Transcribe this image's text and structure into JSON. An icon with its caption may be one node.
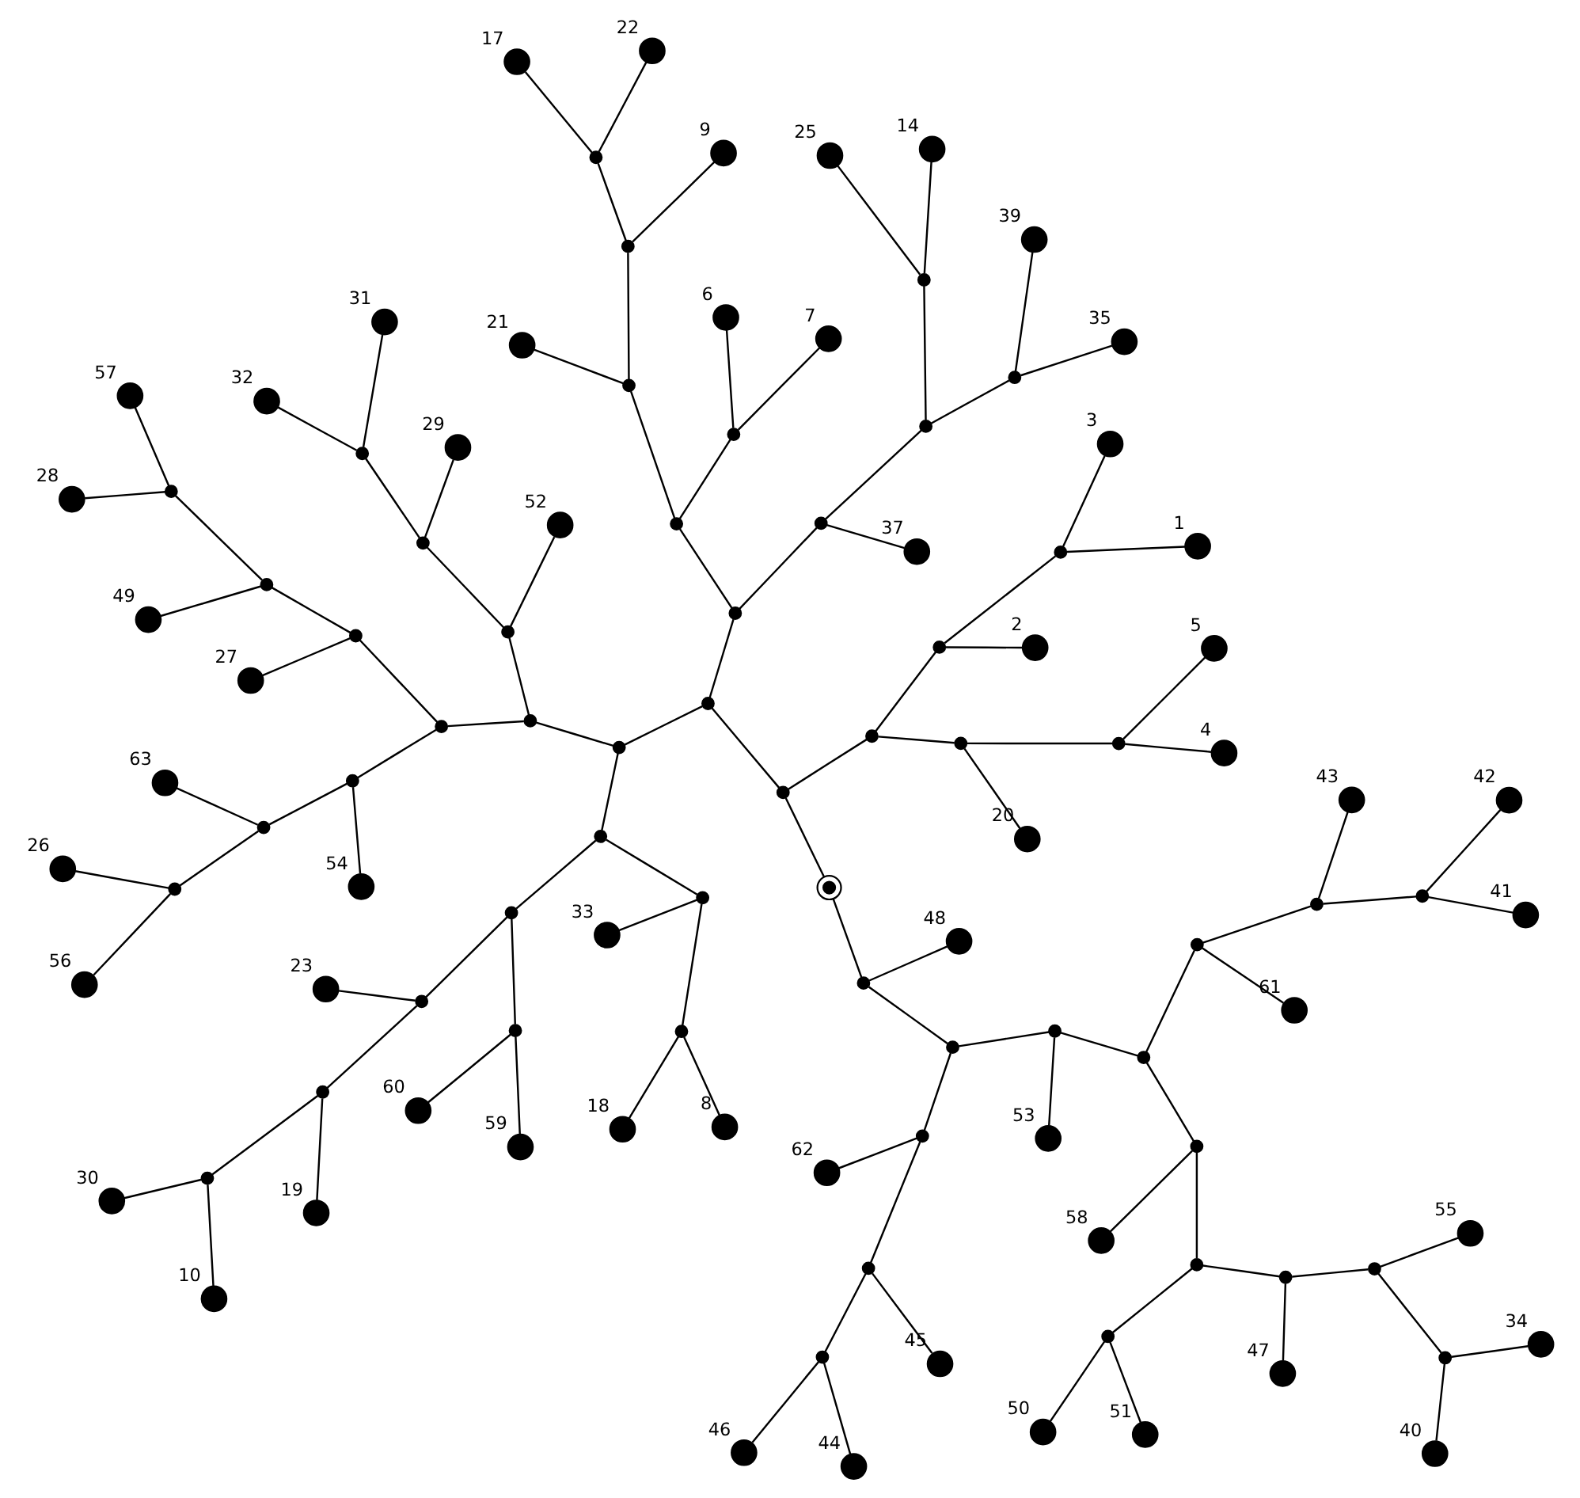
{
  "diagram": {
    "nodes": [
      {
        "text": [],
        "shape": "circle"
      },
      {
        "text": [],
        "shape": "circle"
      },
      {
        "text": [],
        "shape": "circle",
        "beside": [
          "48"
        ]
      },
      {
        "text": [],
        "shape": "circle"
      },
      {
        "text": [],
        "shape": "circle"
      },
      {
        "text": [],
        "shape": "circle",
        "beside": [
          "53"
        ]
      },
      {
        "text": [],
        "shape": "circle"
      },
      {
        "text": [],
        "shape": "circle"
      },
      {
        "text": [],
        "shape": "circle"
      },
      {
        "text": [],
        "shape": "circle"
      },
      {
        "text": [],
        "shape": "circle"
      },
      {
        "text": [],
        "shape": "circle"
      },
      {
        "text": [],
        "shape": "circle",
        "beside": [
          "40"
        ]
      },
      {
        "text": [],
        "shape": "circle",
        "beside": [
          "34"
        ]
      },
      {
        "text": [],
        "shape": "circle",
        "beside": [
          "55"
        ]
      },
      {
        "text": [],
        "shape": "circle",
        "beside": [
          "47"
        ]
      },
      {
        "text": [],
        "shape": "circle"
      },
      {
        "text": [],
        "shape": "circle",
        "beside": [
          "50"
        ]
      },
      {
        "text": [],
        "shape": "circle",
        "beside": [
          "51"
        ]
      },
      {
        "text": [],
        "shape": "circle",
        "beside": [
          "58"
        ]
      },
      {
        "text": [],
        "shape": "circle"
      },
      {
        "text": [],
        "shape": "circle",
        "beside": [
          "61"
        ]
      },
      {
        "text": [],
        "shape": "circle"
      },
      {
        "text": [],
        "shape": "circle",
        "beside": [
          "43"
        ]
      },
      {
        "text": [],
        "shape": "circle"
      },
      {
        "text": [],
        "shape": "circle",
        "beside": [
          "41"
        ]
      },
      {
        "text": [],
        "shape": "circle",
        "beside": [
          "42"
        ]
      },
      {
        "text": [],
        "shape": "circle"
      },
      {
        "text": [],
        "shape": "circle",
        "beside": [
          "62"
        ]
      },
      {
        "text": [],
        "shape": "circle"
      },
      {
        "text": [],
        "shape": "circle",
        "beside": [
          "45"
        ]
      },
      {
        "text": [],
        "shape": "circle"
      },
      {
        "text": [],
        "shape": "circle",
        "beside": [
          "44"
        ]
      },
      {
        "text": [],
        "shape": "circle",
        "beside": [
          "46"
        ]
      },
      {
        "text": [],
        "shape": "circle"
      },
      {
        "text": [],
        "shape": "circle"
      },
      {
        "text": [],
        "shape": "circle"
      },
      {
        "text": [],
        "shape": "circle"
      },
      {
        "text": [],
        "shape": "circle",
        "beside": [
          "1"
        ]
      },
      {
        "text": [],
        "shape": "circle",
        "beside": [
          "3"
        ]
      },
      {
        "text": [],
        "shape": "circle",
        "beside": [
          "2"
        ]
      },
      {
        "text": [],
        "shape": "circle"
      },
      {
        "text": [],
        "shape": "circle",
        "beside": [
          "20"
        ]
      },
      {
        "text": [],
        "shape": "circle"
      },
      {
        "text": [],
        "shape": "circle",
        "beside": [
          "4"
        ]
      },
      {
        "text": [],
        "shape": "circle",
        "beside": [
          "5"
        ]
      },
      {
        "text": [],
        "shape": "circle"
      },
      {
        "text": [],
        "shape": "circle"
      },
      {
        "text": [],
        "shape": "circle"
      },
      {
        "text": [],
        "shape": "circle"
      },
      {
        "text": [],
        "shape": "circle",
        "beside": [
          "6"
        ]
      },
      {
        "text": [],
        "shape": "circle",
        "beside": [
          "7"
        ]
      },
      {
        "text": [],
        "shape": "circle"
      },
      {
        "text": [],
        "shape": "circle",
        "beside": [
          "21"
        ]
      },
      {
        "text": [],
        "shape": "circle"
      },
      {
        "text": [],
        "shape": "circle",
        "beside": [
          "9"
        ]
      },
      {
        "text": [],
        "shape": "circle"
      },
      {
        "text": [],
        "shape": "circle",
        "beside": [
          "17"
        ]
      },
      {
        "text": [],
        "shape": "circle",
        "beside": [
          "22"
        ]
      },
      {
        "text": [],
        "shape": "circle"
      },
      {
        "text": [],
        "shape": "circle",
        "beside": [
          "37"
        ]
      },
      {
        "text": [],
        "shape": "circle"
      },
      {
        "text": [],
        "shape": "circle"
      },
      {
        "text": [],
        "shape": "circle",
        "beside": [
          "39"
        ]
      },
      {
        "text": [],
        "shape": "circle",
        "beside": [
          "35"
        ]
      },
      {
        "text": [],
        "shape": "circle"
      },
      {
        "text": [],
        "shape": "circle",
        "beside": [
          "25"
        ]
      },
      {
        "text": [],
        "shape": "circle",
        "beside": [
          "14"
        ]
      },
      {
        "text": [],
        "shape": "circle"
      },
      {
        "text": [],
        "shape": "circle"
      },
      {
        "text": [],
        "shape": "circle"
      },
      {
        "text": [],
        "shape": "circle"
      },
      {
        "text": [],
        "shape": "circle",
        "beside": [
          "54"
        ]
      },
      {
        "text": [],
        "shape": "circle"
      },
      {
        "text": [],
        "shape": "circle",
        "beside": [
          "63"
        ]
      },
      {
        "text": [],
        "shape": "circle"
      },
      {
        "text": [],
        "shape": "circle",
        "beside": [
          "56"
        ]
      },
      {
        "text": [],
        "shape": "circle",
        "beside": [
          "26"
        ]
      },
      {
        "text": [],
        "shape": "circle"
      },
      {
        "text": [],
        "shape": "circle",
        "beside": [
          "27"
        ]
      },
      {
        "text": [],
        "shape": "circle"
      },
      {
        "text": [],
        "shape": "circle",
        "beside": [
          "49"
        ]
      },
      {
        "text": [],
        "shape": "circle"
      },
      {
        "text": [],
        "shape": "circle",
        "beside": [
          "28"
        ]
      },
      {
        "text": [],
        "shape": "circle",
        "beside": [
          "57"
        ]
      },
      {
        "text": [],
        "shape": "circle"
      },
      {
        "text": [],
        "shape": "circle",
        "beside": [
          "52"
        ]
      },
      {
        "text": [],
        "shape": "circle"
      },
      {
        "text": [],
        "shape": "circle",
        "beside": [
          "29"
        ]
      },
      {
        "text": [],
        "shape": "circle"
      },
      {
        "text": [],
        "shape": "circle",
        "beside": [
          "31"
        ]
      },
      {
        "text": [],
        "shape": "circle",
        "beside": [
          "32"
        ]
      },
      {
        "text": [],
        "shape": "circle"
      },
      {
        "text": [],
        "shape": "circle"
      },
      {
        "text": [],
        "shape": "circle"
      },
      {
        "text": [],
        "shape": "circle",
        "beside": [
          "60"
        ]
      },
      {
        "text": [],
        "shape": "circle",
        "beside": [
          "59"
        ]
      },
      {
        "text": [],
        "shape": "circle"
      },
      {
        "text": [],
        "shape": "circle",
        "beside": [
          "23"
        ]
      },
      {
        "text": [],
        "shape": "circle"
      },
      {
        "text": [],
        "shape": "circle",
        "beside": [
          "19"
        ]
      },
      {
        "text": [],
        "shape": "circle"
      },
      {
        "text": [],
        "shape": "circle",
        "beside": [
          "30"
        ]
      },
      {
        "text": [],
        "shape": "circle",
        "beside": [
          "10"
        ]
      },
      {
        "text": [],
        "shape": "circle"
      },
      {
        "text": [],
        "shape": "circle",
        "beside": [
          "33"
        ]
      },
      {
        "text": [],
        "shape": "circle"
      },
      {
        "text": [],
        "shape": "circle",
        "beside": [
          "18"
        ]
      },
      {
        "text": [],
        "shape": "circle",
        "beside": [
          "8"
        ]
      }
    ],
    "edges": [
      {
        "from": 0,
        "to": 1,
        "arrow": "none"
      },
      {
        "from": 1,
        "to": 2,
        "arrow": "none"
      },
      {
        "from": 1,
        "to": 3,
        "arrow": "none"
      },
      {
        "from": 3,
        "to": 27,
        "arrow": "none"
      },
      {
        "from": 3,
        "to": 4,
        "arrow": "none"
      },
      {
        "from": 4,
        "to": 5,
        "arrow": "none"
      },
      {
        "from": 4,
        "to": 6,
        "arrow": "none"
      },
      {
        "from": 6,
        "to": 20,
        "arrow": "none"
      },
      {
        "from": 6,
        "to": 7,
        "arrow": "none"
      },
      {
        "from": 7,
        "to": 19,
        "arrow": "none"
      },
      {
        "from": 7,
        "to": 8,
        "arrow": "none"
      },
      {
        "from": 8,
        "to": 16,
        "arrow": "none"
      },
      {
        "from": 16,
        "to": 17,
        "arrow": "none"
      },
      {
        "from": 16,
        "to": 18,
        "arrow": "none"
      },
      {
        "from": 8,
        "to": 9,
        "arrow": "none"
      },
      {
        "from": 9,
        "to": 15,
        "arrow": "none"
      },
      {
        "from": 9,
        "to": 10,
        "arrow": "none"
      },
      {
        "from": 10,
        "to": 14,
        "arrow": "none"
      },
      {
        "from": 10,
        "to": 11,
        "arrow": "none"
      },
      {
        "from": 11,
        "to": 12,
        "arrow": "none"
      },
      {
        "from": 11,
        "to": 13,
        "arrow": "none"
      },
      {
        "from": 20,
        "to": 21,
        "arrow": "none"
      },
      {
        "from": 20,
        "to": 22,
        "arrow": "none"
      },
      {
        "from": 22,
        "to": 23,
        "arrow": "none"
      },
      {
        "from": 22,
        "to": 24,
        "arrow": "none"
      },
      {
        "from": 24,
        "to": 25,
        "arrow": "none"
      },
      {
        "from": 24,
        "to": 26,
        "arrow": "none"
      },
      {
        "from": 27,
        "to": 28,
        "arrow": "none"
      },
      {
        "from": 27,
        "to": 29,
        "arrow": "none"
      },
      {
        "from": 29,
        "to": 30,
        "arrow": "none"
      },
      {
        "from": 29,
        "to": 31,
        "arrow": "none"
      },
      {
        "from": 31,
        "to": 32,
        "arrow": "none"
      },
      {
        "from": 31,
        "to": 33,
        "arrow": "none"
      },
      {
        "from": 0,
        "to": 34,
        "arrow": "none"
      },
      {
        "from": 34,
        "to": 35,
        "arrow": "none"
      },
      {
        "from": 35,
        "to": 36,
        "arrow": "none"
      },
      {
        "from": 36,
        "to": 37,
        "arrow": "none"
      },
      {
        "from": 37,
        "to": 38,
        "arrow": "none"
      },
      {
        "from": 37,
        "to": 39,
        "arrow": "none"
      },
      {
        "from": 36,
        "to": 40,
        "arrow": "none"
      },
      {
        "from": 35,
        "to": 41,
        "arrow": "none"
      },
      {
        "from": 41,
        "to": 42,
        "arrow": "none"
      },
      {
        "from": 41,
        "to": 43,
        "arrow": "none"
      },
      {
        "from": 43,
        "to": 44,
        "arrow": "none"
      },
      {
        "from": 43,
        "to": 45,
        "arrow": "none"
      },
      {
        "from": 34,
        "to": 46,
        "arrow": "none"
      },
      {
        "from": 46,
        "to": 47,
        "arrow": "none"
      },
      {
        "from": 47,
        "to": 48,
        "arrow": "none"
      },
      {
        "from": 48,
        "to": 49,
        "arrow": "none"
      },
      {
        "from": 49,
        "to": 50,
        "arrow": "none"
      },
      {
        "from": 49,
        "to": 51,
        "arrow": "none"
      },
      {
        "from": 48,
        "to": 52,
        "arrow": "none"
      },
      {
        "from": 52,
        "to": 53,
        "arrow": "none"
      },
      {
        "from": 52,
        "to": 54,
        "arrow": "none"
      },
      {
        "from": 54,
        "to": 55,
        "arrow": "none"
      },
      {
        "from": 54,
        "to": 56,
        "arrow": "none"
      },
      {
        "from": 56,
        "to": 57,
        "arrow": "none"
      },
      {
        "from": 56,
        "to": 58,
        "arrow": "none"
      },
      {
        "from": 47,
        "to": 59,
        "arrow": "none"
      },
      {
        "from": 59,
        "to": 60,
        "arrow": "none"
      },
      {
        "from": 59,
        "to": 61,
        "arrow": "none"
      },
      {
        "from": 61,
        "to": 62,
        "arrow": "none"
      },
      {
        "from": 62,
        "to": 63,
        "arrow": "none"
      },
      {
        "from": 62,
        "to": 64,
        "arrow": "none"
      },
      {
        "from": 61,
        "to": 65,
        "arrow": "none"
      },
      {
        "from": 65,
        "to": 66,
        "arrow": "none"
      },
      {
        "from": 65,
        "to": 67,
        "arrow": "none"
      },
      {
        "from": 46,
        "to": 68,
        "arrow": "none"
      },
      {
        "from": 68,
        "to": 69,
        "arrow": "none"
      },
      {
        "from": 69,
        "to": 70,
        "arrow": "none"
      },
      {
        "from": 70,
        "to": 71,
        "arrow": "none"
      },
      {
        "from": 71,
        "to": 72,
        "arrow": "none"
      },
      {
        "from": 71,
        "to": 73,
        "arrow": "none"
      },
      {
        "from": 73,
        "to": 74,
        "arrow": "none"
      },
      {
        "from": 73,
        "to": 75,
        "arrow": "none"
      },
      {
        "from": 75,
        "to": 76,
        "arrow": "none"
      },
      {
        "from": 75,
        "to": 77,
        "arrow": "none"
      },
      {
        "from": 70,
        "to": 78,
        "arrow": "none"
      },
      {
        "from": 78,
        "to": 79,
        "arrow": "none"
      },
      {
        "from": 78,
        "to": 80,
        "arrow": "none"
      },
      {
        "from": 80,
        "to": 81,
        "arrow": "none"
      },
      {
        "from": 80,
        "to": 82,
        "arrow": "none"
      },
      {
        "from": 82,
        "to": 83,
        "arrow": "none"
      },
      {
        "from": 82,
        "to": 84,
        "arrow": "none"
      },
      {
        "from": 69,
        "to": 85,
        "arrow": "none"
      },
      {
        "from": 85,
        "to": 86,
        "arrow": "none"
      },
      {
        "from": 85,
        "to": 87,
        "arrow": "none"
      },
      {
        "from": 87,
        "to": 88,
        "arrow": "none"
      },
      {
        "from": 87,
        "to": 89,
        "arrow": "none"
      },
      {
        "from": 89,
        "to": 90,
        "arrow": "none"
      },
      {
        "from": 89,
        "to": 91,
        "arrow": "none"
      },
      {
        "from": 68,
        "to": 92,
        "arrow": "none"
      },
      {
        "from": 92,
        "to": 93,
        "arrow": "none"
      },
      {
        "from": 93,
        "to": 94,
        "arrow": "none"
      },
      {
        "from": 94,
        "to": 95,
        "arrow": "none"
      },
      {
        "from": 94,
        "to": 96,
        "arrow": "none"
      },
      {
        "from": 93,
        "to": 97,
        "arrow": "none"
      },
      {
        "from": 97,
        "to": 98,
        "arrow": "none"
      },
      {
        "from": 97,
        "to": 99,
        "arrow": "none"
      },
      {
        "from": 99,
        "to": 100,
        "arrow": "none"
      },
      {
        "from": 99,
        "to": 101,
        "arrow": "none"
      },
      {
        "from": 101,
        "to": 102,
        "arrow": "none"
      },
      {
        "from": 101,
        "to": 103,
        "arrow": "none"
      },
      {
        "from": 92,
        "to": 104,
        "arrow": "none"
      },
      {
        "from": 104,
        "to": 105,
        "arrow": "none"
      },
      {
        "from": 104,
        "to": 106,
        "arrow": "none"
      },
      {
        "from": 106,
        "to": 107,
        "arrow": "none"
      },
      {
        "from": 106,
        "to": 108,
        "arrow": "none"
      }
    ]
  }
}
